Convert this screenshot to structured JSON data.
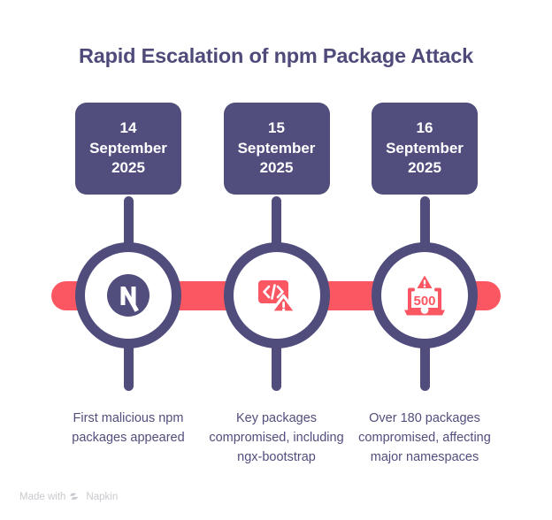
{
  "header": {
    "title": "Rapid Escalation of npm Package Attack"
  },
  "theme": {
    "purple": "#514E7E",
    "purple_dark": "#4E4B7B",
    "red": "#FB5763",
    "background": "#FFFFFF",
    "watermark_gray": "#C9C9CF"
  },
  "timeline": {
    "milestones": [
      {
        "day": "14",
        "month": "September",
        "year": "2025",
        "icon": "npm-logo-icon",
        "caption": "First malicious npm packages appeared"
      },
      {
        "day": "15",
        "month": "September",
        "year": "2025",
        "icon": "code-warning-icon",
        "caption": "Key packages compromised, including ngx-bootstrap"
      },
      {
        "day": "16",
        "month": "September",
        "year": "2025",
        "icon": "server-error-500-icon",
        "caption": "Over 180 packages compromised, affecting major namespaces"
      }
    ]
  },
  "footer": {
    "made_with": "Made with",
    "brand": "Napkin",
    "logo_icon": "napkin-chevrons-icon"
  }
}
